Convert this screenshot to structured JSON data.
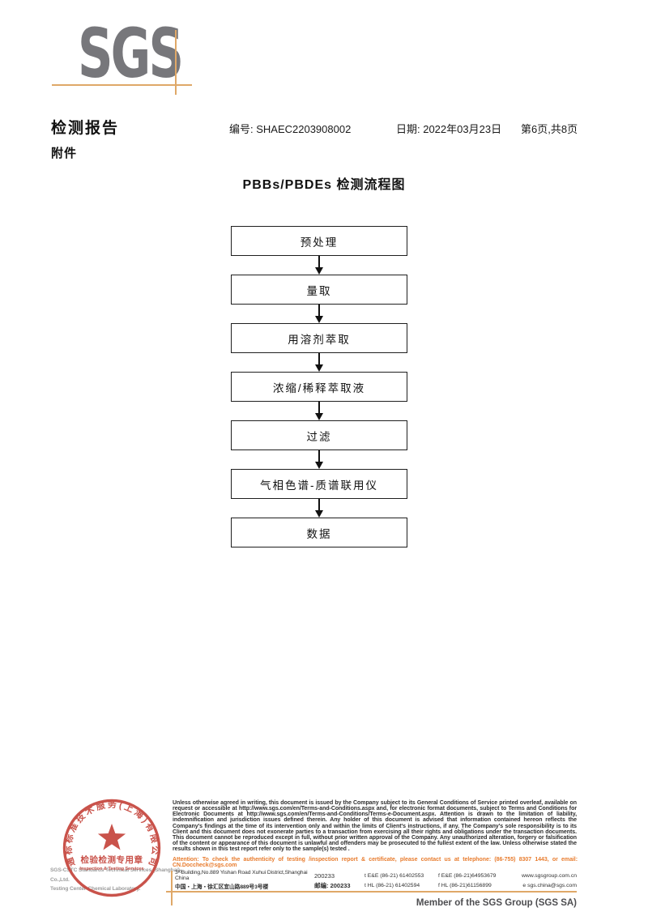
{
  "logo": {
    "text": "SGS"
  },
  "header": {
    "title": "检测报告",
    "attachment": "附件",
    "number": "编号: SHAEC2203908002",
    "date": "日期: 2022年03月23日",
    "page_info": "第6页,共8页"
  },
  "flowchart": {
    "title": "PBBs/PBDEs 检测流程图",
    "steps": [
      "预处理",
      "量取",
      "用溶剂萃取",
      "浓缩/稀释萃取液",
      "过滤",
      "气相色谱-质谱联用仪",
      "数据"
    ]
  },
  "stamp": {
    "ring_text": "通标标准技术服务(上海)有限公司",
    "label_cn": "检验检测专用章",
    "label_en": "Inspection & Testing Services",
    "color": "#c5453c"
  },
  "company": {
    "line1": "SGS-CSTC Standards Technical Services (Shanghai) Co.,Ltd.",
    "line2": "Testing Center-Chemical Laboratory."
  },
  "legal": {
    "paragraph": "Unless otherwise agreed in writing, this document is issued by the Company subject to its General Conditions of Service printed overleaf, available on request or accessible at http://www.sgs.com/en/Terms-and-Conditions.aspx and, for electronic format documents, subject to Terms and Conditions for Electronic Documents at http://www.sgs.com/en/Terms-and-Conditions/Terms-e-Document.aspx. Attention is drawn to the limitation of liability, indemnification and jurisdiction issues defined therein. Any holder of this document is advised that information contained hereon reflects the Company's findings at the time of its intervention only and within the limits of Client's instructions, if any. The Company's sole responsibility is to its Client and this document does not exonerate parties to a transaction from exercising all their rights and obligations under the transaction documents. This document cannot be reproduced except in full, without prior written approval of the Company. Any unauthorized alteration, forgery or falsification of the content or appearance of this document is unlawful and offenders may be prosecuted to the fullest extent of the law. Unless otherwise stated the results shown in this test report refer only to the sample(s) tested .",
    "attention": "Attention: To check the authenticity of testing /inspection report & certificate, please contact us at telephone: (86-755) 8307 1443, or email: CN.Doccheck@sgs.com"
  },
  "footer": {
    "address_en": "3ʳᵈBuilding,No.889 Yishan Road Xuhui District,Shanghai China",
    "postcode1": "200233",
    "tel1": "t E&E (86-21) 61402553",
    "fax1": "f E&E (86-21)64953679",
    "web": "www.sgsgroup.com.cn",
    "address_cn": "中国・上海・徐汇区宜山路889号3号楼",
    "postcode2": "邮编: 200233",
    "tel2": "t HL (86-21) 61402594",
    "fax2": "f HL (86-21)61156899",
    "email": "e  sgs.china@sgs.com",
    "member": "Member of the SGS Group (SGS SA)"
  },
  "colors": {
    "logo_gray": "#77777b",
    "crosshair_orange": "#dfa868",
    "attention_orange": "#e87c2e",
    "stamp_red": "#c5453c"
  }
}
